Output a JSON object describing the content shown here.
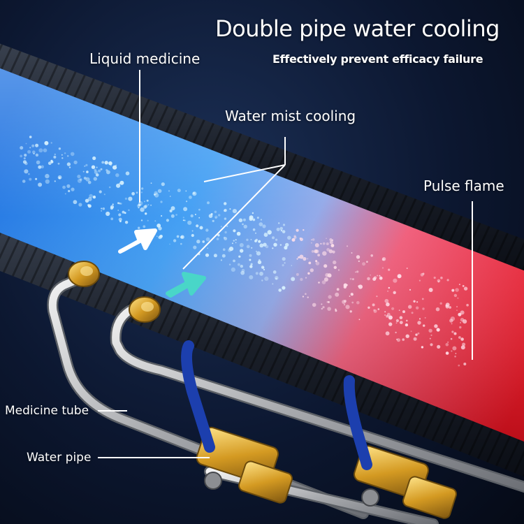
{
  "header": {
    "title": "Double pipe water cooling",
    "subtitle": "Effectively prevent efficacy failure"
  },
  "labels": {
    "liquid_medicine": "Liquid medicine",
    "water_mist_cooling": "Water mist cooling",
    "pulse_flame": "Pulse flame",
    "medicine_tube": "Medicine tube",
    "water_pipe": "Water pipe"
  },
  "colors": {
    "background": "#0c1730",
    "cool_blue": "#2f8ef0",
    "hot_red": "#ff2a36",
    "hose": "#1c222c",
    "brass": "#d9a22a",
    "steel": "#c9c9cc",
    "valve_handle": "#1c3fae",
    "arrow_white": "#ffffff",
    "arrow_teal": "#49d6c8"
  }
}
